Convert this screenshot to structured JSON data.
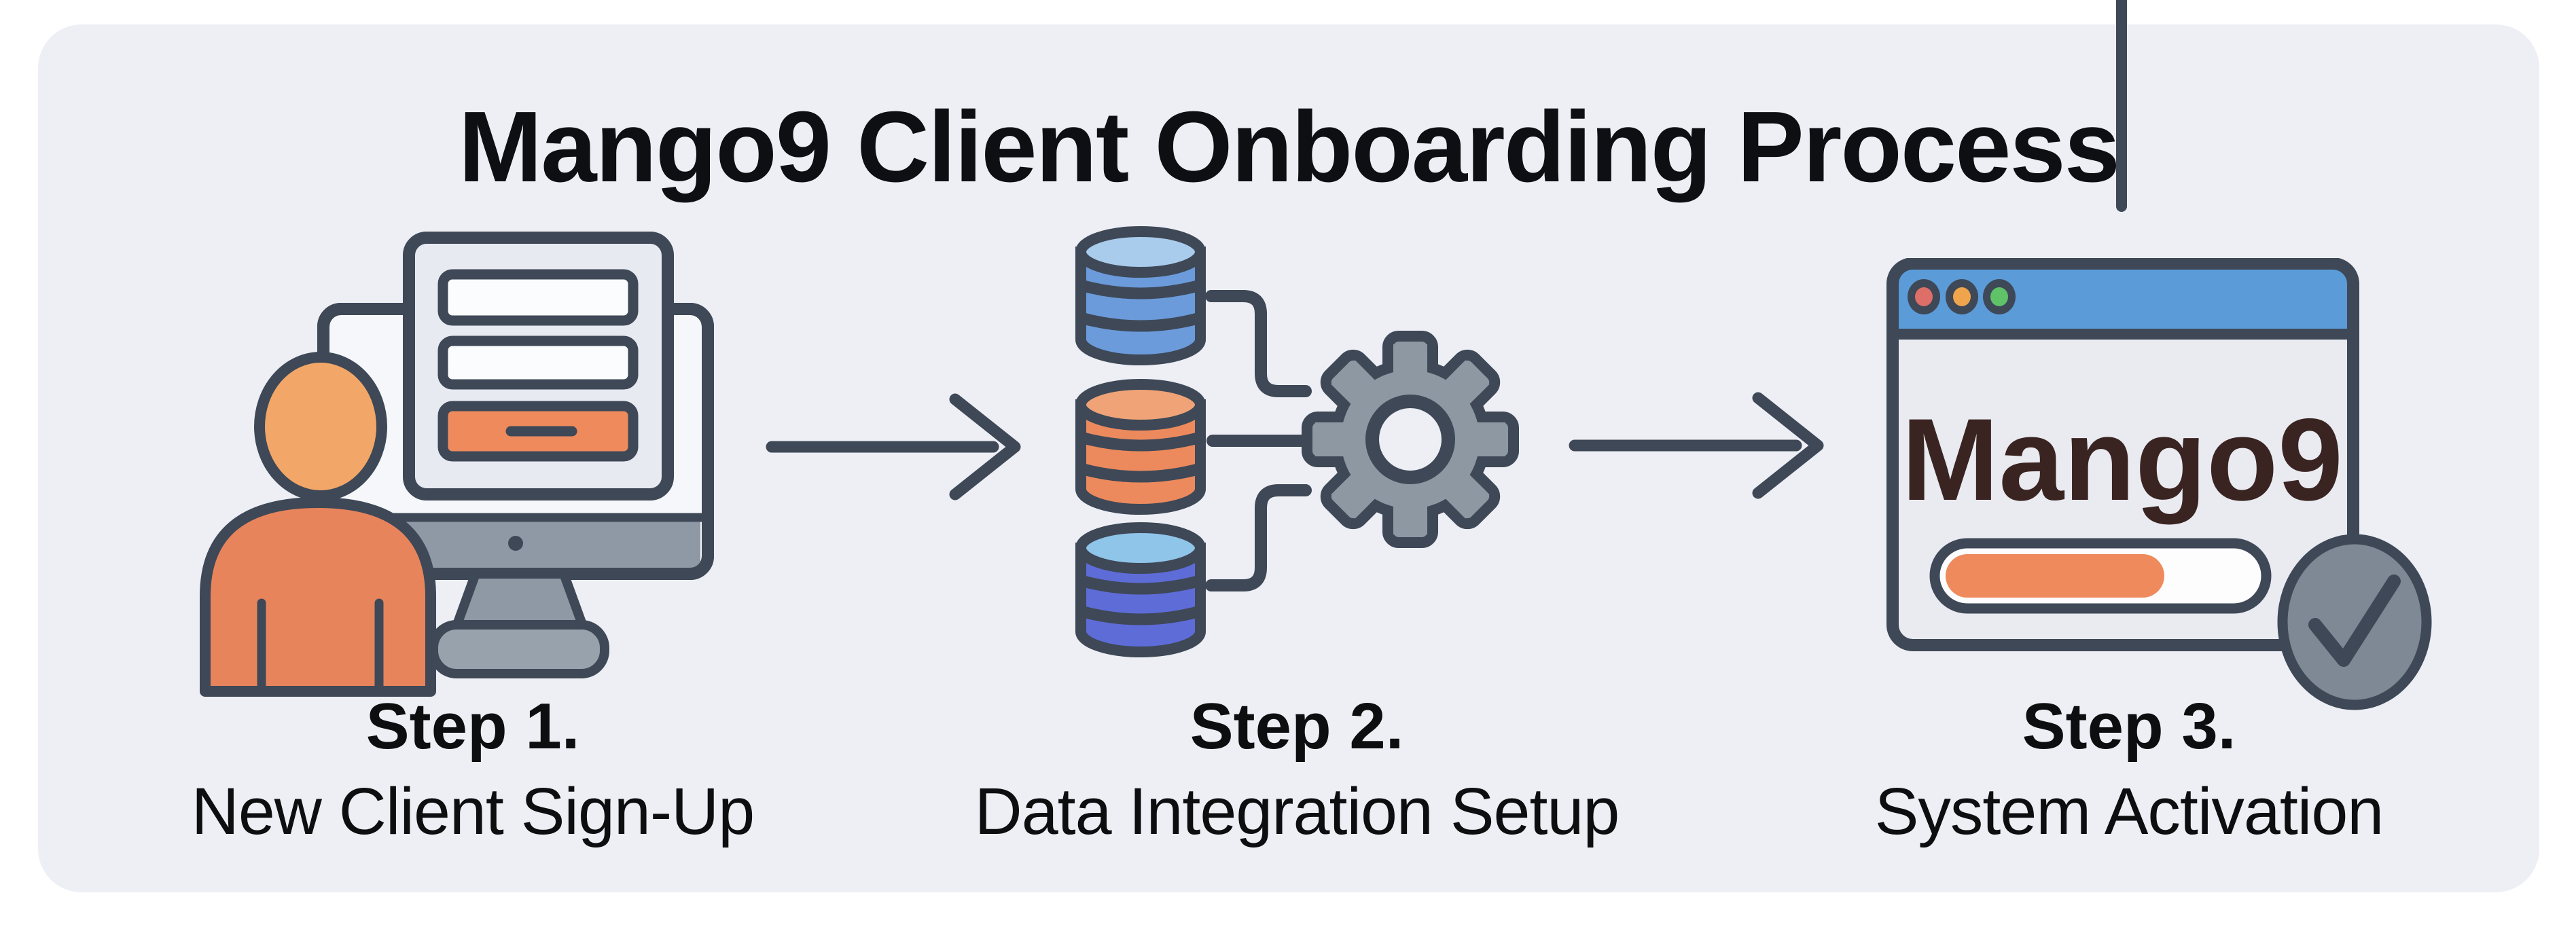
{
  "title": "Mango9 Client Onboarding Process",
  "steps": [
    {
      "step_label": "Step 1.",
      "name": "New Client Sign-Up",
      "icon": "person-at-monitor-signup-form-icon"
    },
    {
      "step_label": "Step 2.",
      "name": "Data Integration Setup",
      "icon": "databases-to-gear-icon"
    },
    {
      "step_label": "Step 3.",
      "name": "System Activation",
      "icon": "browser-window-progress-check-icon",
      "window_text": "Mango9",
      "progress_percent": 66
    }
  ],
  "connectors": {
    "arrow_1": "arrow-right-icon",
    "arrow_2": "arrow-right-icon",
    "top_line": "vertical-connector-line"
  },
  "colors": {
    "panel_bg": "#edeff4",
    "slate_outline": "#3e4857",
    "accent_orange": "#ec8a5d",
    "orange_light": "#f2a768",
    "db_blue": "#6b9bdb",
    "db_blue_top": "#a9ccec",
    "db_indigo": "#5e6cd8",
    "db_indigo_top": "#8fc5e9",
    "gear_gray": "#8d98a3",
    "monitor_gray": "#8e99a5",
    "browser_bar_blue": "#5b9bd8",
    "brand_text": "#3a2422",
    "traffic_red": "#dd6f68",
    "traffic_orange": "#f0a44c",
    "traffic_green": "#5fc268",
    "check_badge_gray": "#7e8995"
  }
}
